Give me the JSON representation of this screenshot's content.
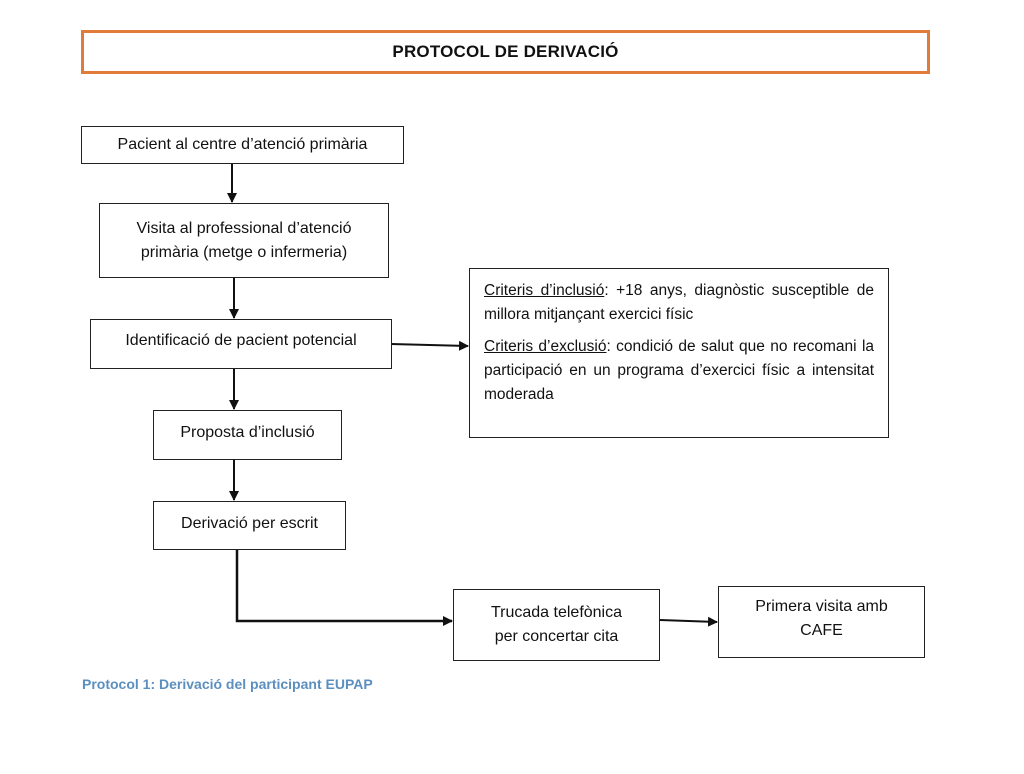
{
  "title": "PROTOCOL DE DERIVACIÓ",
  "steps": {
    "pacient": "Pacient al centre d’atenció primària",
    "visita_1": "Visita al professional d’atenció",
    "visita_2": "primària (metge o infermeria)",
    "identificacio": "Identificació de pacient potencial",
    "proposta": "Proposta d’inclusió",
    "derivacio": "Derivació per escrit",
    "trucada_1": "Trucada telefònica",
    "trucada_2": "per concertar cita",
    "primera_1": "Primera visita amb",
    "primera_2": "CAFE"
  },
  "criteria": {
    "inclusion_label": "Criteris d’inclusió",
    "inclusion_text": ": +18 anys, diagnòstic susceptible de millora mitjançant exercici físic",
    "exclusion_label": "Criteris d’exclusió",
    "exclusion_text": ": condició de salut que no recomani la participació en un programa d’exercici físic a intensitat moderada"
  },
  "caption": "Protocol 1: Derivació del participant EUPAP",
  "colors": {
    "title_border": "#e07b39",
    "caption": "#5b8fbf",
    "line": "#111111"
  }
}
